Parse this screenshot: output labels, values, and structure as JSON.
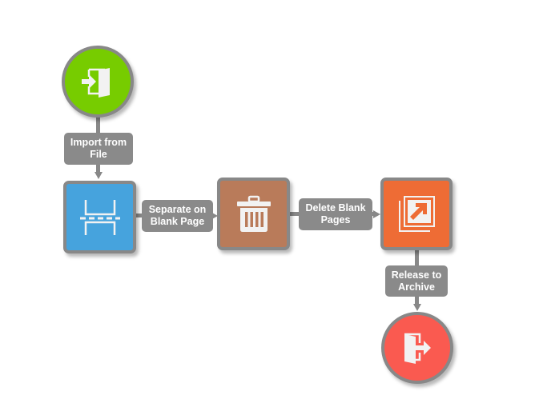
{
  "workflow": {
    "nodes": [
      {
        "id": "import",
        "shape": "circle",
        "icon": "enter-door-icon",
        "color": "#77CC00"
      },
      {
        "id": "separate",
        "shape": "square",
        "icon": "page-separator-icon",
        "color": "#46A3DD"
      },
      {
        "id": "delete",
        "shape": "square",
        "icon": "trash-icon",
        "color": "#B97B5A"
      },
      {
        "id": "release",
        "shape": "square",
        "icon": "export-arrow-icon",
        "color": "#EE6C35"
      },
      {
        "id": "archive",
        "shape": "circle",
        "icon": "exit-door-icon",
        "color": "#FA5A50"
      }
    ],
    "edges": [
      {
        "from": "import",
        "to": "separate",
        "label": "Import from\nFile"
      },
      {
        "from": "separate",
        "to": "delete",
        "label": "Separate on\nBlank Page"
      },
      {
        "from": "delete",
        "to": "release",
        "label": "Delete Blank\nPages"
      },
      {
        "from": "release",
        "to": "archive",
        "label": "Release to\nArchive"
      }
    ],
    "connector_color": "#888888",
    "border_color": "#888888"
  }
}
